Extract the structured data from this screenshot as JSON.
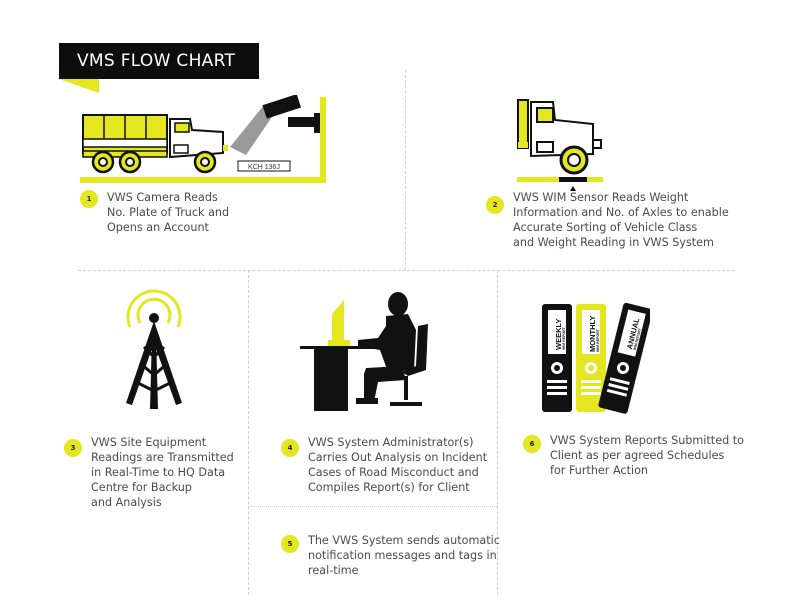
{
  "header": {
    "title": "VMS FLOW CHART"
  },
  "colors": {
    "accent": "#e4e620",
    "dark": "#111111",
    "divider": "#cfcfcf",
    "text": "#4b4b4b"
  },
  "illustrations": {
    "truck_plate": "KCH 136J",
    "binders": [
      {
        "label": "WEEKLY",
        "sublabel": "WIM REPORT",
        "color": "black"
      },
      {
        "label": "MONTHLY",
        "sublabel": "WIM REPORT",
        "color": "yellow"
      },
      {
        "label": "ANNUAL",
        "sublabel": "WIM REPORT",
        "color": "black"
      }
    ]
  },
  "steps": [
    {
      "number": "1",
      "text": "VWS Camera Reads\nNo. Plate of Truck and\nOpens an Account",
      "icon": "truck-camera-icon"
    },
    {
      "number": "2",
      "text": "VWS WIM Sensor Reads Weight\nInformation and No. of Axles to enable\nAccurate Sorting of Vehicle Class\nand Weight Reading in VWS System",
      "icon": "truck-wim-sensor-icon"
    },
    {
      "number": "3",
      "text": "VWS Site Equipment\nReadings are Transmitted\nin Real-Time to HQ Data\nCentre for Backup\nand Analysis",
      "icon": "radio-tower-icon"
    },
    {
      "number": "4",
      "text": "VWS System Administrator(s)\nCarries Out Analysis on Incident\nCases of Road Misconduct and\nCompiles Report(s) for Client",
      "icon": "administrator-desk-icon"
    },
    {
      "number": "5",
      "text": "The VWS System sends automatic\nnotification messages and tags in\nreal-time",
      "icon": ""
    },
    {
      "number": "6",
      "text": "VWS System Reports Submitted to\nClient as per agreed Schedules\nfor Further Action",
      "icon": "report-binders-icon"
    }
  ]
}
